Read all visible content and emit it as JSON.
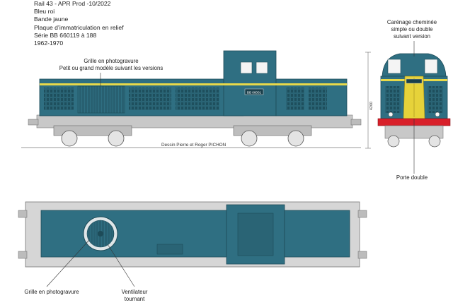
{
  "header": {
    "lines": [
      "Rail 43 - APR Prod -10/2022",
      "Bleu roi",
      "Bande jaune",
      "Plaque d’immatriculation en relief",
      "Série BB 660119 à 188",
      "1962-1970"
    ]
  },
  "annotations": {
    "grille_side": [
      "Grille en photogravure",
      "Petit ou grand modèle suivant les versions"
    ],
    "carenage": [
      "Carénage cheminée",
      "simple ou double",
      "suivant version"
    ],
    "porte_double": "Porte double",
    "grille_top": "Grille en photogravure",
    "ventilateur": [
      "Ventilateur",
      "tournant"
    ],
    "credit": "Dessin Pierre et Roger PICHON"
  },
  "dimension": "4260",
  "plate_number": "BB 66001",
  "colors": {
    "body_blue": "#2f6f82",
    "body_blue_dark": "#235a6a",
    "stripe_yellow": "#e8d94a",
    "front_yellow": "#e6d23a",
    "buffer_red": "#d8202a",
    "chassis_grey": "#c8c8c8",
    "roof_grey": "#d6d6d6"
  }
}
